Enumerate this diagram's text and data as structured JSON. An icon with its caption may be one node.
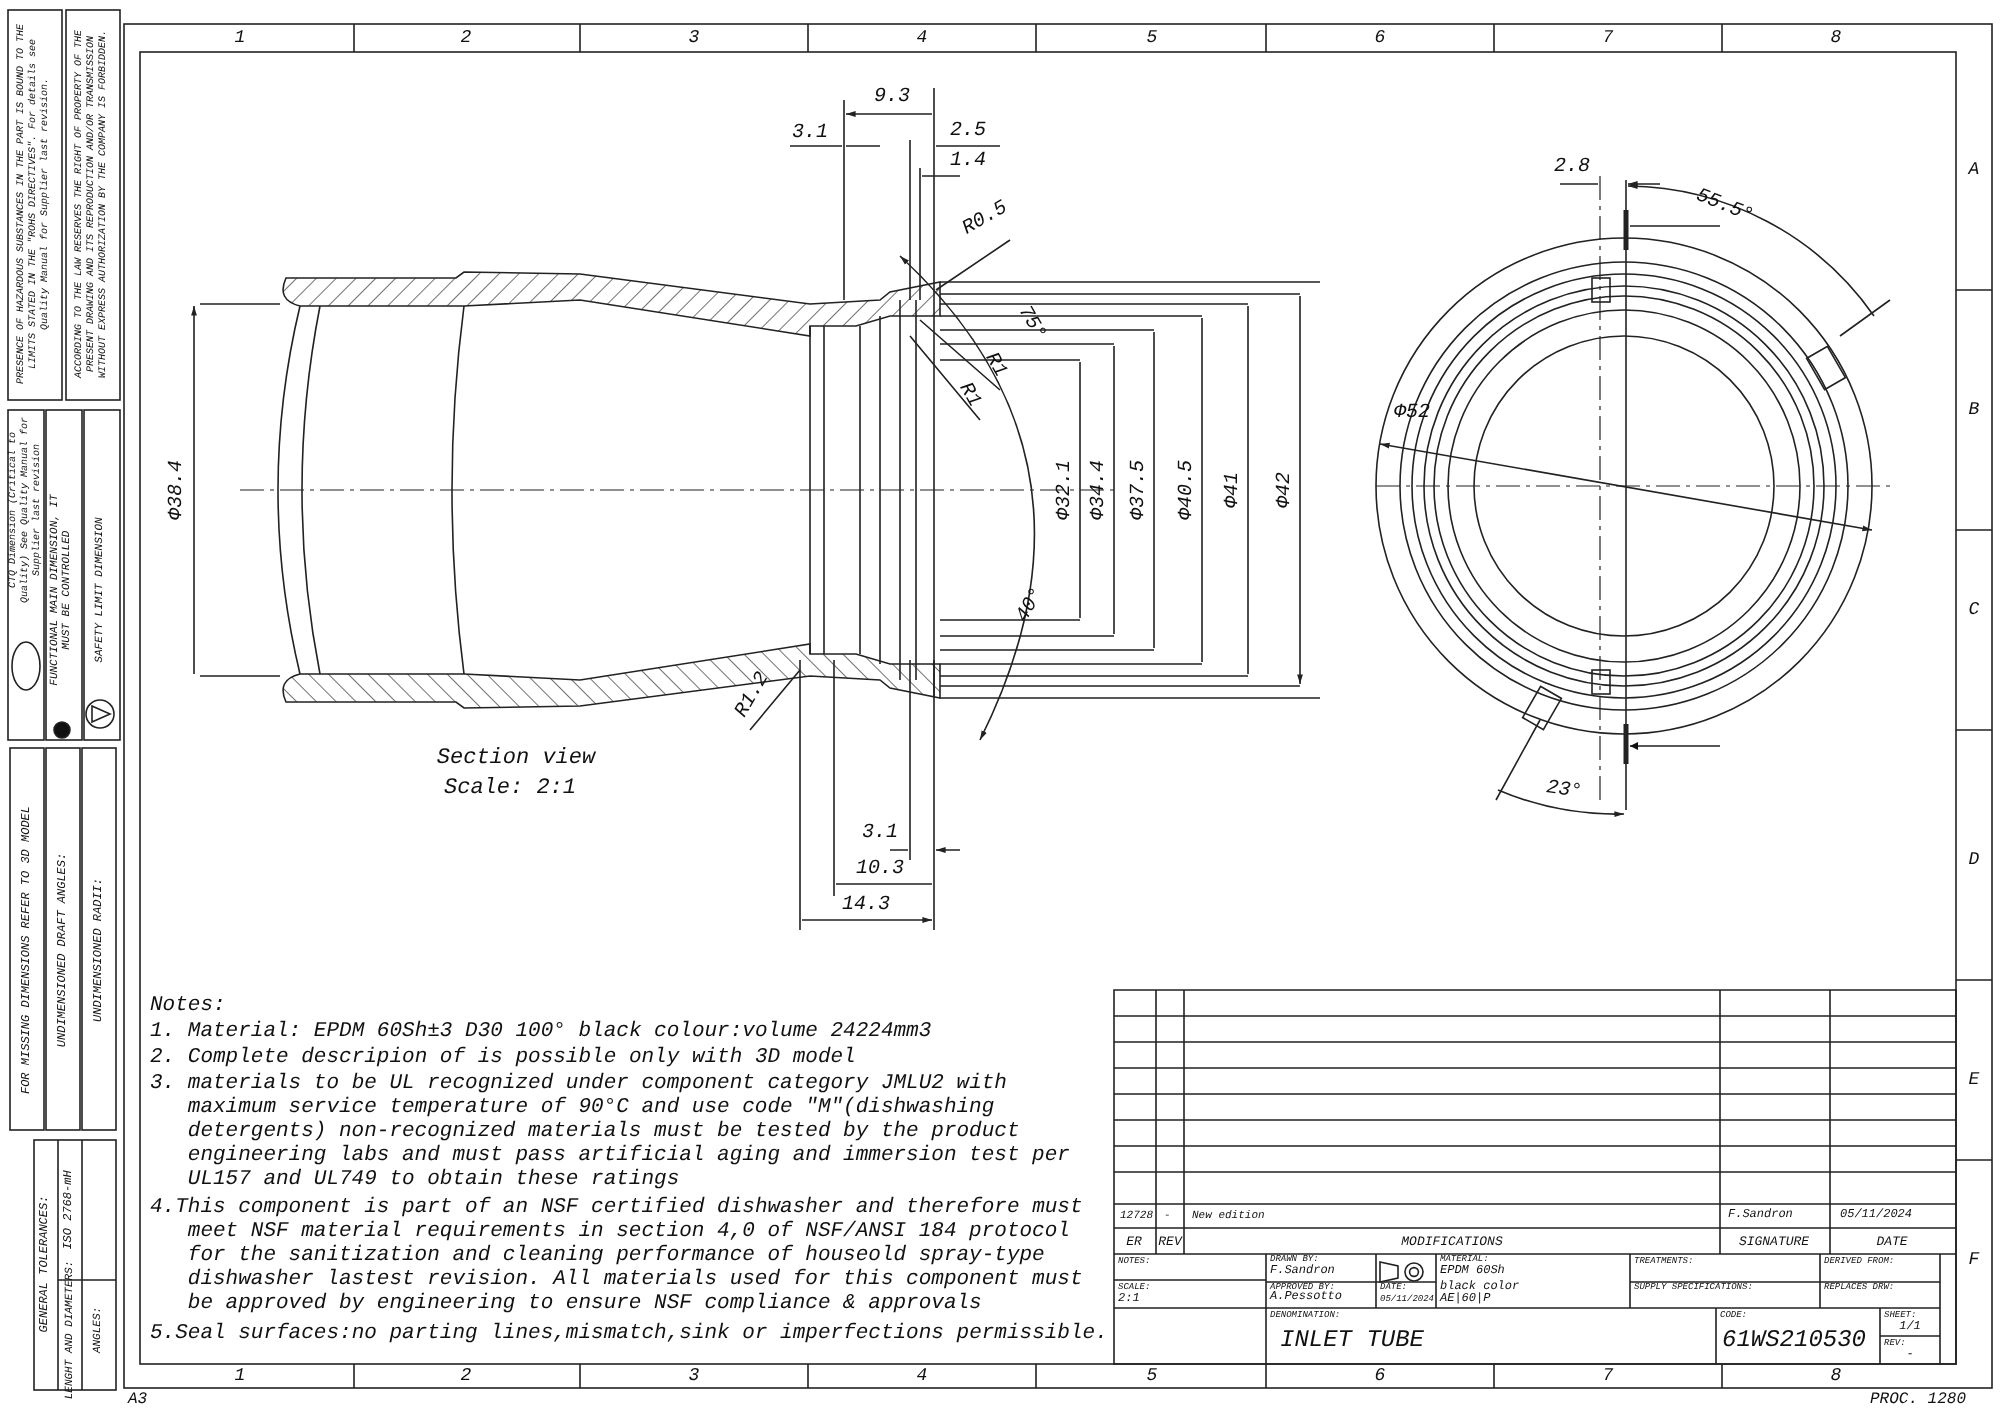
{
  "diagram": {
    "labels": [
      "1",
      "2",
      "3",
      "4",
      "5",
      "6",
      "7",
      "8",
      "A",
      "B",
      "C",
      "D",
      "E",
      "F",
      "PRESENCE OF HAZARDOUS SUBSTANCES IN THE PART IS BOUND TO THE LIMITS STATED IN THE \"ROHS DIRECTIVES\". For details see Quality Manual for Supplier last revision.",
      "ACCORDING TO THE LAW RESERVES THE RIGHT OF PROPERTY OF THE PRESENT DRAWING AND ITS REPRODUCTION AND/OR TRANSMISSION WITHOUT EXPRESS AUTHORIZATION BY THE COMPANY IS FORBIDDEN.",
      "CTQ Dimension (Critical to Quality) See Quality Manual for Supplier last revision",
      "FUNCTIONAL MAIN DIMENSION, IT MUST BE CONTROLLED",
      "SAFETY LIMIT DIMENSION",
      "FOR MISSING DIMENSIONS REFER TO 3D MODEL",
      "UNDIMENSIONED DRAFT ANGLES:",
      "UNDIMENSIONED RADII:",
      "GENERAL TOLERANCES:",
      "LENGHT AND DIAMETERS:",
      "ISO 2768-mH",
      "ANGLES:",
      "Notes:",
      "1. Material: EPDM 60Sh±3 D30 100° black colour:volume 24224mm3",
      "2. Complete descripion of is possible only with 3D model",
      "3. materials to be UL recognized under component category JMLU2 with maximum service temperature of 90°C and use code \"M\"(dishwashing detergents) non-recognized materials must be tested by the product engineering labs and must pass artificial aging and immersion test per UL157 and UL749 to obtain these ratings",
      "4.This component is part of an NSF certified dishwasher and therefore must meet NSF material requirements in section 4,0 of NSF/ANSI 184 protocol for the sanitization and cleaning performance of houseold spray-type dishwasher lastest revision.    All materials used for this component must be approved by engineering to ensure NSF compliance & approvals",
      "5.Seal surfaces:no parting lines,mismatch,sink or imperfections permissible.",
      "9.3",
      "3.1",
      "2.5",
      "1.4",
      "R0.5",
      "75°",
      "R1",
      "R1",
      "Φ38.4",
      "Φ32.1",
      "Φ34.4",
      "Φ37.5",
      "Φ40.5",
      "Φ41",
      "Φ42",
      "40°",
      "R1.2",
      "Section view",
      "Scale:  2:1",
      "3.1",
      "10.3",
      "14.3",
      "2.8",
      "55.5°",
      "Φ52",
      "23°",
      "12728",
      "-",
      "New edition",
      "F.Sandron",
      "05/11/2024",
      "ER",
      "REV",
      "MODIFICATIONS",
      "SIGNATURE",
      "DATE",
      "NOTES:",
      "DRAWN BY:",
      "F.Sandron",
      "MATERIAL:",
      "EPDM 60Sh",
      "TREATMENTS:",
      "DERIVED FROM:",
      "SCALE:",
      "2:1",
      "APPROVED BY:",
      "A.Pessotto",
      "DATE:",
      "05/11/2024",
      "black color",
      "AE|60|P",
      "SUPPLY SPECIFICATIONS:",
      "REPLACES DRW:",
      "DENOMINATION:",
      "INLET TUBE",
      "CODE:",
      "61WS210530",
      "SHEET:",
      "1/1",
      "REV:",
      "-",
      "1",
      "2",
      "3",
      "4",
      "5",
      "6",
      "7",
      "8",
      "A3",
      "PROC. 1280"
    ]
  }
}
